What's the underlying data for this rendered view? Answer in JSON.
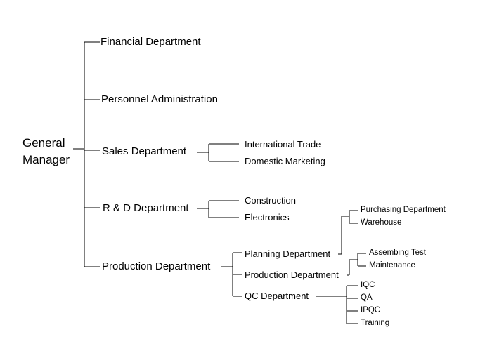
{
  "org_chart": {
    "root": {
      "line1": "General",
      "line2": "Manager"
    },
    "departments": [
      {
        "label": "Financial Department"
      },
      {
        "label": "Personnel Administration"
      },
      {
        "label": "Sales Department",
        "children": [
          {
            "label": "International Trade"
          },
          {
            "label": "Domestic Marketing"
          }
        ]
      },
      {
        "label": "R & D Department",
        "children": [
          {
            "label": "Construction"
          },
          {
            "label": "Electronics"
          }
        ]
      },
      {
        "label": "Production Department",
        "children": [
          {
            "label": "Planning Department",
            "children": [
              {
                "label": "Purchasing Department"
              },
              {
                "label": "Warehouse"
              }
            ]
          },
          {
            "label": "Production Department",
            "children": [
              {
                "label": "Assembing Test"
              },
              {
                "label": "Maintenance"
              }
            ]
          },
          {
            "label": "QC Department",
            "children": [
              {
                "label": "IQC"
              },
              {
                "label": "QA"
              },
              {
                "label": "IPQC"
              },
              {
                "label": "Training"
              }
            ]
          }
        ]
      }
    ]
  }
}
